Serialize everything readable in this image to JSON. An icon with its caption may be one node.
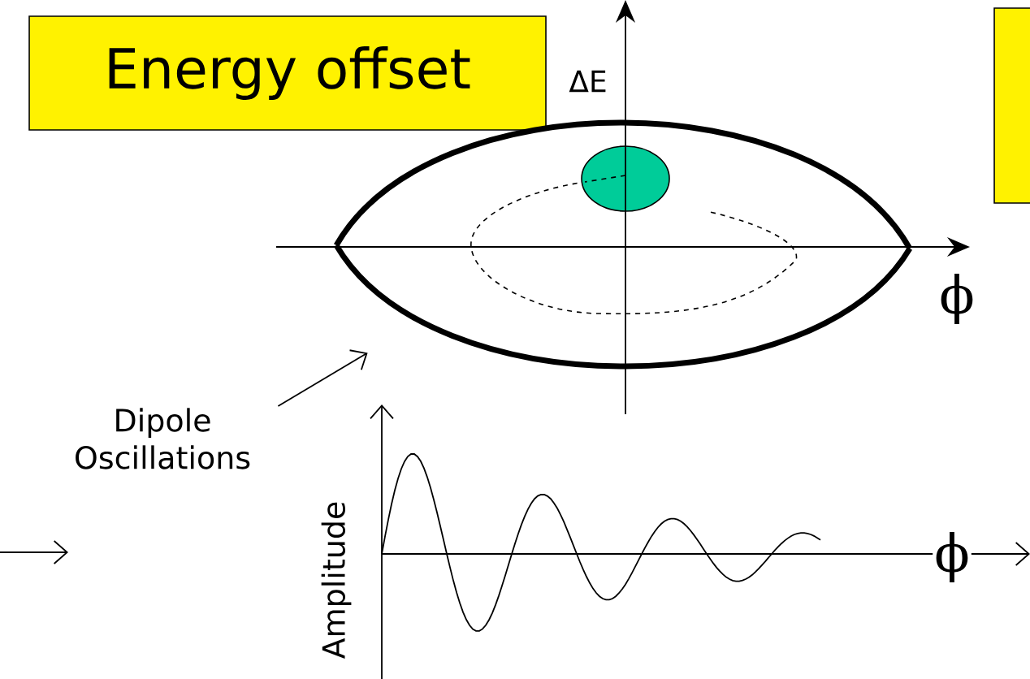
{
  "diagram": {
    "nodes": [
      {
        "text": [
          "Energy offset"
        ]
      },
      {
        "text": [],
        "shape": "box"
      },
      {
        "text": [
          "Dipole Oscillations"
        ]
      },
      {
        "text": [],
        "shape": "picture"
      }
    ],
    "edges": [
      {
        "from": 2,
        "to": 3,
        "arrow": "to"
      }
    ],
    "labels": [
      "ΔE",
      "ϕ",
      "Amplitude",
      "ϕ"
    ]
  }
}
